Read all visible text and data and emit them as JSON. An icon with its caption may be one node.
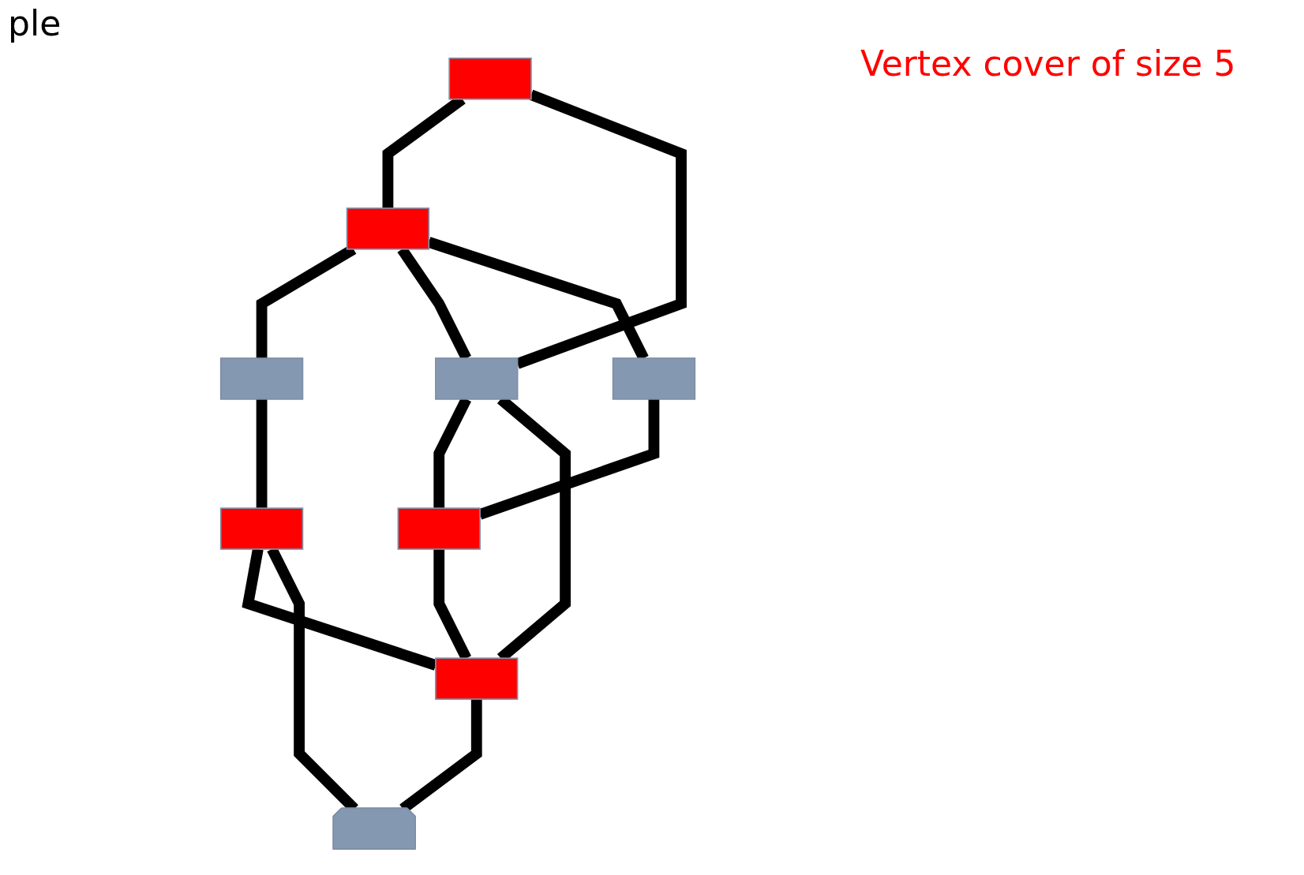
{
  "diagram": {
    "nodes": [
      {
        "text": [],
        "shape": "box"
      },
      {
        "text": [],
        "shape": "box"
      },
      {
        "text": [],
        "shape": "box"
      },
      {
        "text": [],
        "shape": "box"
      },
      {
        "text": [],
        "shape": "box"
      },
      {
        "text": [],
        "shape": "box"
      },
      {
        "text": [],
        "shape": "box"
      },
      {
        "text": [],
        "shape": "box"
      },
      {
        "text": [],
        "shape": "pentagon"
      }
    ],
    "edges": [
      {
        "from": 0,
        "to": 1,
        "arrow": "none"
      },
      {
        "from": 0,
        "to": 3,
        "arrow": "none"
      },
      {
        "from": 1,
        "to": 2,
        "arrow": "none"
      },
      {
        "from": 1,
        "to": 3,
        "arrow": "none"
      },
      {
        "from": 1,
        "to": 4,
        "arrow": "none"
      },
      {
        "from": 2,
        "to": 6,
        "arrow": "none"
      },
      {
        "from": 3,
        "to": 5,
        "arrow": "none"
      },
      {
        "from": 3,
        "to": 7,
        "arrow": "none"
      },
      {
        "from": 4,
        "to": 5,
        "arrow": "none"
      },
      {
        "from": 5,
        "to": 7,
        "arrow": "none"
      },
      {
        "from": 6,
        "to": 7,
        "arrow": "none"
      },
      {
        "from": 6,
        "to": 8,
        "arrow": "none"
      },
      {
        "from": 7,
        "to": 8,
        "arrow": "none"
      }
    ],
    "labels": [
      "ple",
      "Vertex cover of size 5"
    ]
  }
}
